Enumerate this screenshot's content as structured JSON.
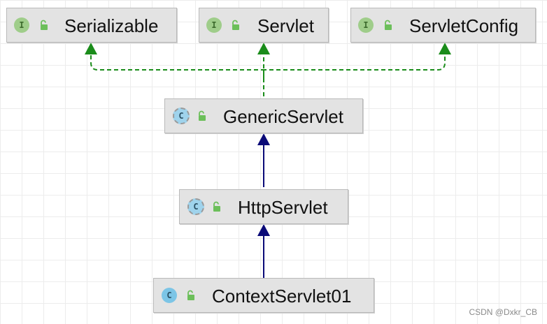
{
  "nodes": {
    "serializable": {
      "name": "Serializable",
      "kind": "interface",
      "badge": "I"
    },
    "servlet": {
      "name": "Servlet",
      "kind": "interface",
      "badge": "I"
    },
    "servlet_config": {
      "name": "ServletConfig",
      "kind": "interface",
      "badge": "I"
    },
    "generic_servlet": {
      "name": "GenericServlet",
      "kind": "abstract-class",
      "badge": "C"
    },
    "http_servlet": {
      "name": "HttpServlet",
      "kind": "abstract-class",
      "badge": "C"
    },
    "context_servlet": {
      "name": "ContextServlet01",
      "kind": "class",
      "badge": "C"
    }
  },
  "edges": [
    {
      "from": "generic_servlet",
      "to": "serializable",
      "type": "implements"
    },
    {
      "from": "generic_servlet",
      "to": "servlet",
      "type": "implements"
    },
    {
      "from": "generic_servlet",
      "to": "servlet_config",
      "type": "implements"
    },
    {
      "from": "http_servlet",
      "to": "generic_servlet",
      "type": "extends"
    },
    {
      "from": "context_servlet",
      "to": "http_servlet",
      "type": "extends"
    }
  ],
  "colors": {
    "implements_edge": "#1a8c1a",
    "extends_edge": "#0a0a78",
    "node_fill": "#e3e3e3",
    "interface_badge": "#9fcd8a",
    "class_badge": "#7cc5e6",
    "lock_icon": "#6cbf5a"
  },
  "icons": {
    "visibility": "unlocked-padlock-icon",
    "interface": "interface-badge-icon",
    "class": "class-badge-icon"
  },
  "watermark": "CSDN @Dxkr_CB"
}
